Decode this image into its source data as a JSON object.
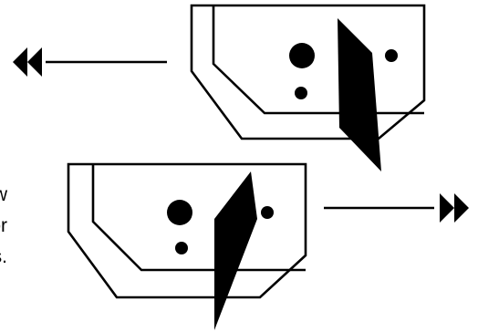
{
  "colors": {
    "background": "#ffffff",
    "ink": "#000000"
  },
  "edge_text": {
    "line1": "w",
    "line2": "for",
    "line3": "es."
  },
  "icons": {
    "left_arrow": "double-chevron-left-arrow",
    "right_arrow": "double-chevron-right-arrow"
  }
}
